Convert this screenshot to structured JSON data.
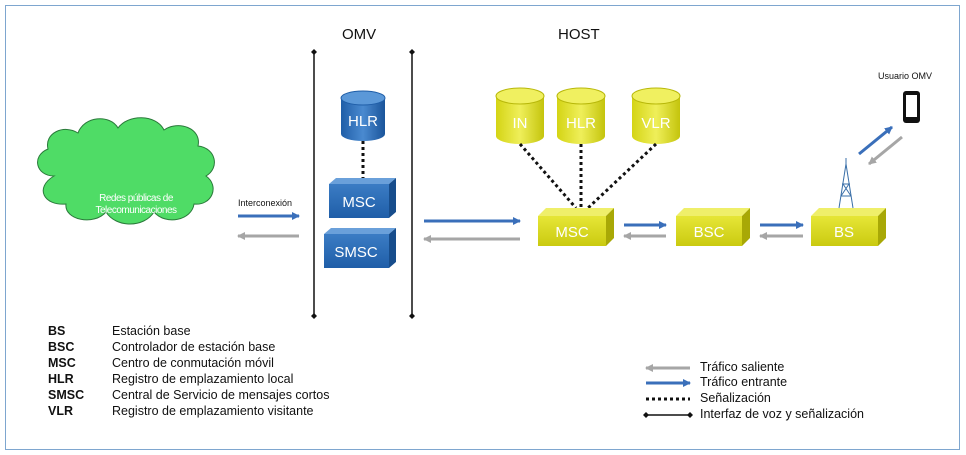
{
  "headers": {
    "omv": "OMV",
    "host": "HOST"
  },
  "cloud_label_line1": "Redes públicas de",
  "cloud_label_line2": "Telecomunicaciones",
  "interconnect_label": "Interconexión",
  "user_label": "Usuario OMV",
  "nodes": {
    "omv_hlr": "HLR",
    "omv_msc": "MSC",
    "omv_smsc": "SMSC",
    "host_in": "IN",
    "host_hlr": "HLR",
    "host_vlr": "VLR",
    "host_msc": "MSC",
    "host_bsc": "BSC",
    "host_bs": "BS"
  },
  "abbreviations": [
    {
      "abbr": "BS",
      "definition": "Estación base"
    },
    {
      "abbr": "BSC",
      "definition": "Controlador de estación base"
    },
    {
      "abbr": "MSC",
      "definition": "Centro de conmutación móvil"
    },
    {
      "abbr": "HLR",
      "definition": "Registro de emplazamiento local"
    },
    {
      "abbr": "SMSC",
      "definition": "Central de Servicio de mensajes cortos"
    },
    {
      "abbr": "VLR",
      "definition": "Registro de emplazamiento visitante"
    }
  ],
  "legend": {
    "outgoing": "Tráfico saliente",
    "incoming": "Tráfico entrante",
    "signaling": "Señalización",
    "interface": "Interfaz de voz y señalización"
  },
  "colors": {
    "blue_box": "#2e6fb6",
    "yellow_box": "#d9d91c",
    "cloud": "#4fdc66",
    "incoming_arrow": "#3a6fba",
    "outgoing_arrow": "#a6a6a6"
  }
}
